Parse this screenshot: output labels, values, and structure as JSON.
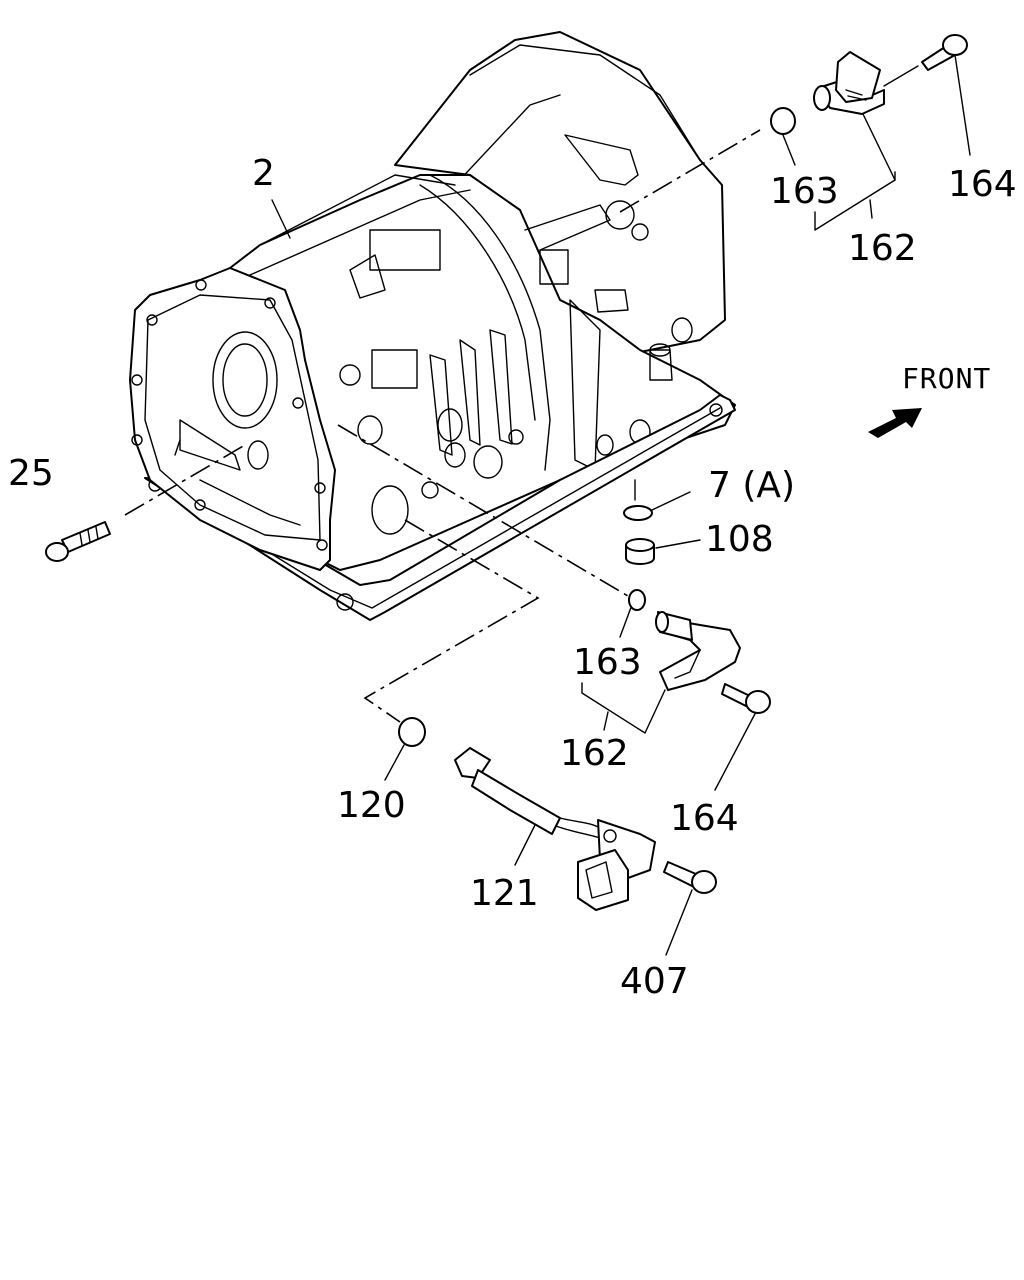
{
  "labels": {
    "transmission": "2",
    "bolt_left": "25",
    "oring_top": "163",
    "sensor_top": "162",
    "bolt_top": "164",
    "front": "FRONT",
    "oring_7a": "7 (A)",
    "sleeve": "108",
    "oring_mid": "163",
    "sensor_mid": "162",
    "bolt_mid": "164",
    "oring_120": "120",
    "harness": "121",
    "bolt_407": "407"
  },
  "icons": {
    "front_arrow": "arrow-right-icon"
  }
}
